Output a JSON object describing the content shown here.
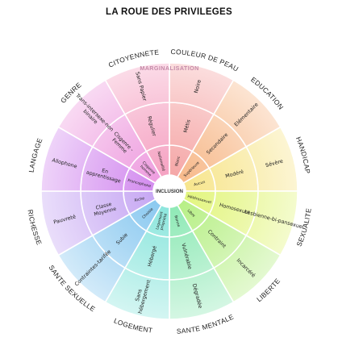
{
  "title": "LA ROUE DES PRIVILEGES",
  "center_label": "INCLUSION",
  "outer_ring_label": "MARGINALISATION",
  "categories": [
    {
      "name": "COULEUR DE PEAU",
      "color": "#f5a7a7",
      "cells": [
        "Blanc",
        "Métis",
        "Noire"
      ]
    },
    {
      "name": "EDUCATION",
      "color": "#f7b98a",
      "cells": [
        "Supérieure",
        "Secondaire",
        "Elémentaire"
      ]
    },
    {
      "name": "HANDICAP",
      "color": "#f7e58c",
      "cells": [
        "Aucun",
        "Modéré",
        "Sévère"
      ]
    },
    {
      "name": "SEXUALITE",
      "color": "#e2f57d",
      "cells": [
        "Hétérosexuel",
        "Homosexuel",
        "Lesbienne-bi-pansexuel"
      ]
    },
    {
      "name": "LIBERTE",
      "color": "#b7ef86",
      "cells": [
        "Libre",
        "Contraint",
        "Incarcéré"
      ]
    },
    {
      "name": "SANTE MENTALE",
      "color": "#8fe9b6",
      "cells": [
        "Bonne",
        "Vulnérable",
        "Dégradée"
      ]
    },
    {
      "name": "LOGEMENT",
      "color": "#8de6dd",
      "cells": [
        "Logement propriété",
        "Hébergé",
        "Sans hébergement"
      ]
    },
    {
      "name": "SANTE SEXUELLE",
      "color": "#8bc9f0",
      "cells": [
        "Choisie",
        "Subie",
        "Contraintes-tarifée"
      ]
    },
    {
      "name": "RICHESSE",
      "color": "#c7a8f3",
      "cells": [
        "Riche",
        "Classe Moyenne",
        "Pauvreté"
      ]
    },
    {
      "name": "LANGAGE",
      "color": "#d38cef",
      "cells": [
        "Francophone",
        "En apprentissage",
        "Allophone"
      ]
    },
    {
      "name": "GENRE",
      "color": "#ee9ddf",
      "cells": [
        "Cisgenre homme",
        "Cisgenre - Femme",
        "Trans-intersexe-non binaire"
      ]
    },
    {
      "name": "CITOYENNETE",
      "color": "#f5a2c2",
      "cells": [
        "Nationalité",
        "Régulier",
        "Sans Papier"
      ]
    }
  ]
}
